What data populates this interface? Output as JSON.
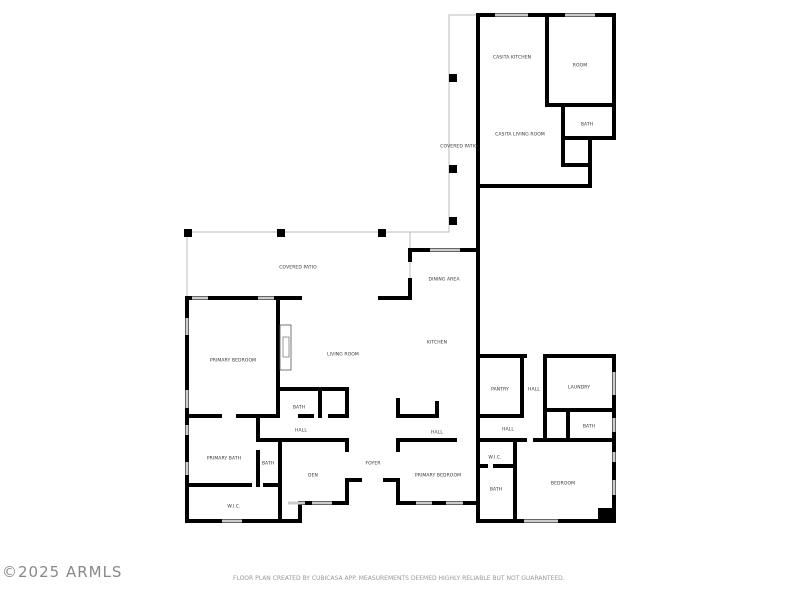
{
  "rooms": {
    "casita_kitchen": "CASITA KITCHEN",
    "room": "ROOM",
    "casita_bath": "BATH",
    "casita_living_room": "CASITA LIVING ROOM",
    "covered_patio_upper": "COVERED PATIO",
    "covered_patio_lower": "COVERED PATIO",
    "dining_area": "DINING AREA",
    "kitchen": "KITCHEN",
    "living_room": "LIVING ROOM",
    "primary_bedroom_left": "PRIMARY BEDROOM",
    "bath_center": "BATH",
    "hall_left": "HALL",
    "hall_center": "HALL",
    "hall_right": "HALL",
    "hall_vertical": "HALL",
    "primary_bath": "PRIMARY BATH",
    "bath_left": "BATH",
    "den": "DEN",
    "foyer": "FOYER",
    "primary_bedroom_right": "PRIMARY BEDROOM",
    "wic_left": "W.I.C.",
    "wic_right": "W.I.C.",
    "bath_right": "BATH",
    "pantry": "PANTRY",
    "laundry": "LAUNDRY",
    "bath_laundry": "BATH",
    "bedroom": "BEDROOM"
  },
  "watermark": "©2025 ARMLS",
  "footer_note": "FLOOR PLAN CREATED BY CUBICASA APP. MEASUREMENTS DEEMED HIGHLY RELIABLE BUT NOT GUARANTEED."
}
